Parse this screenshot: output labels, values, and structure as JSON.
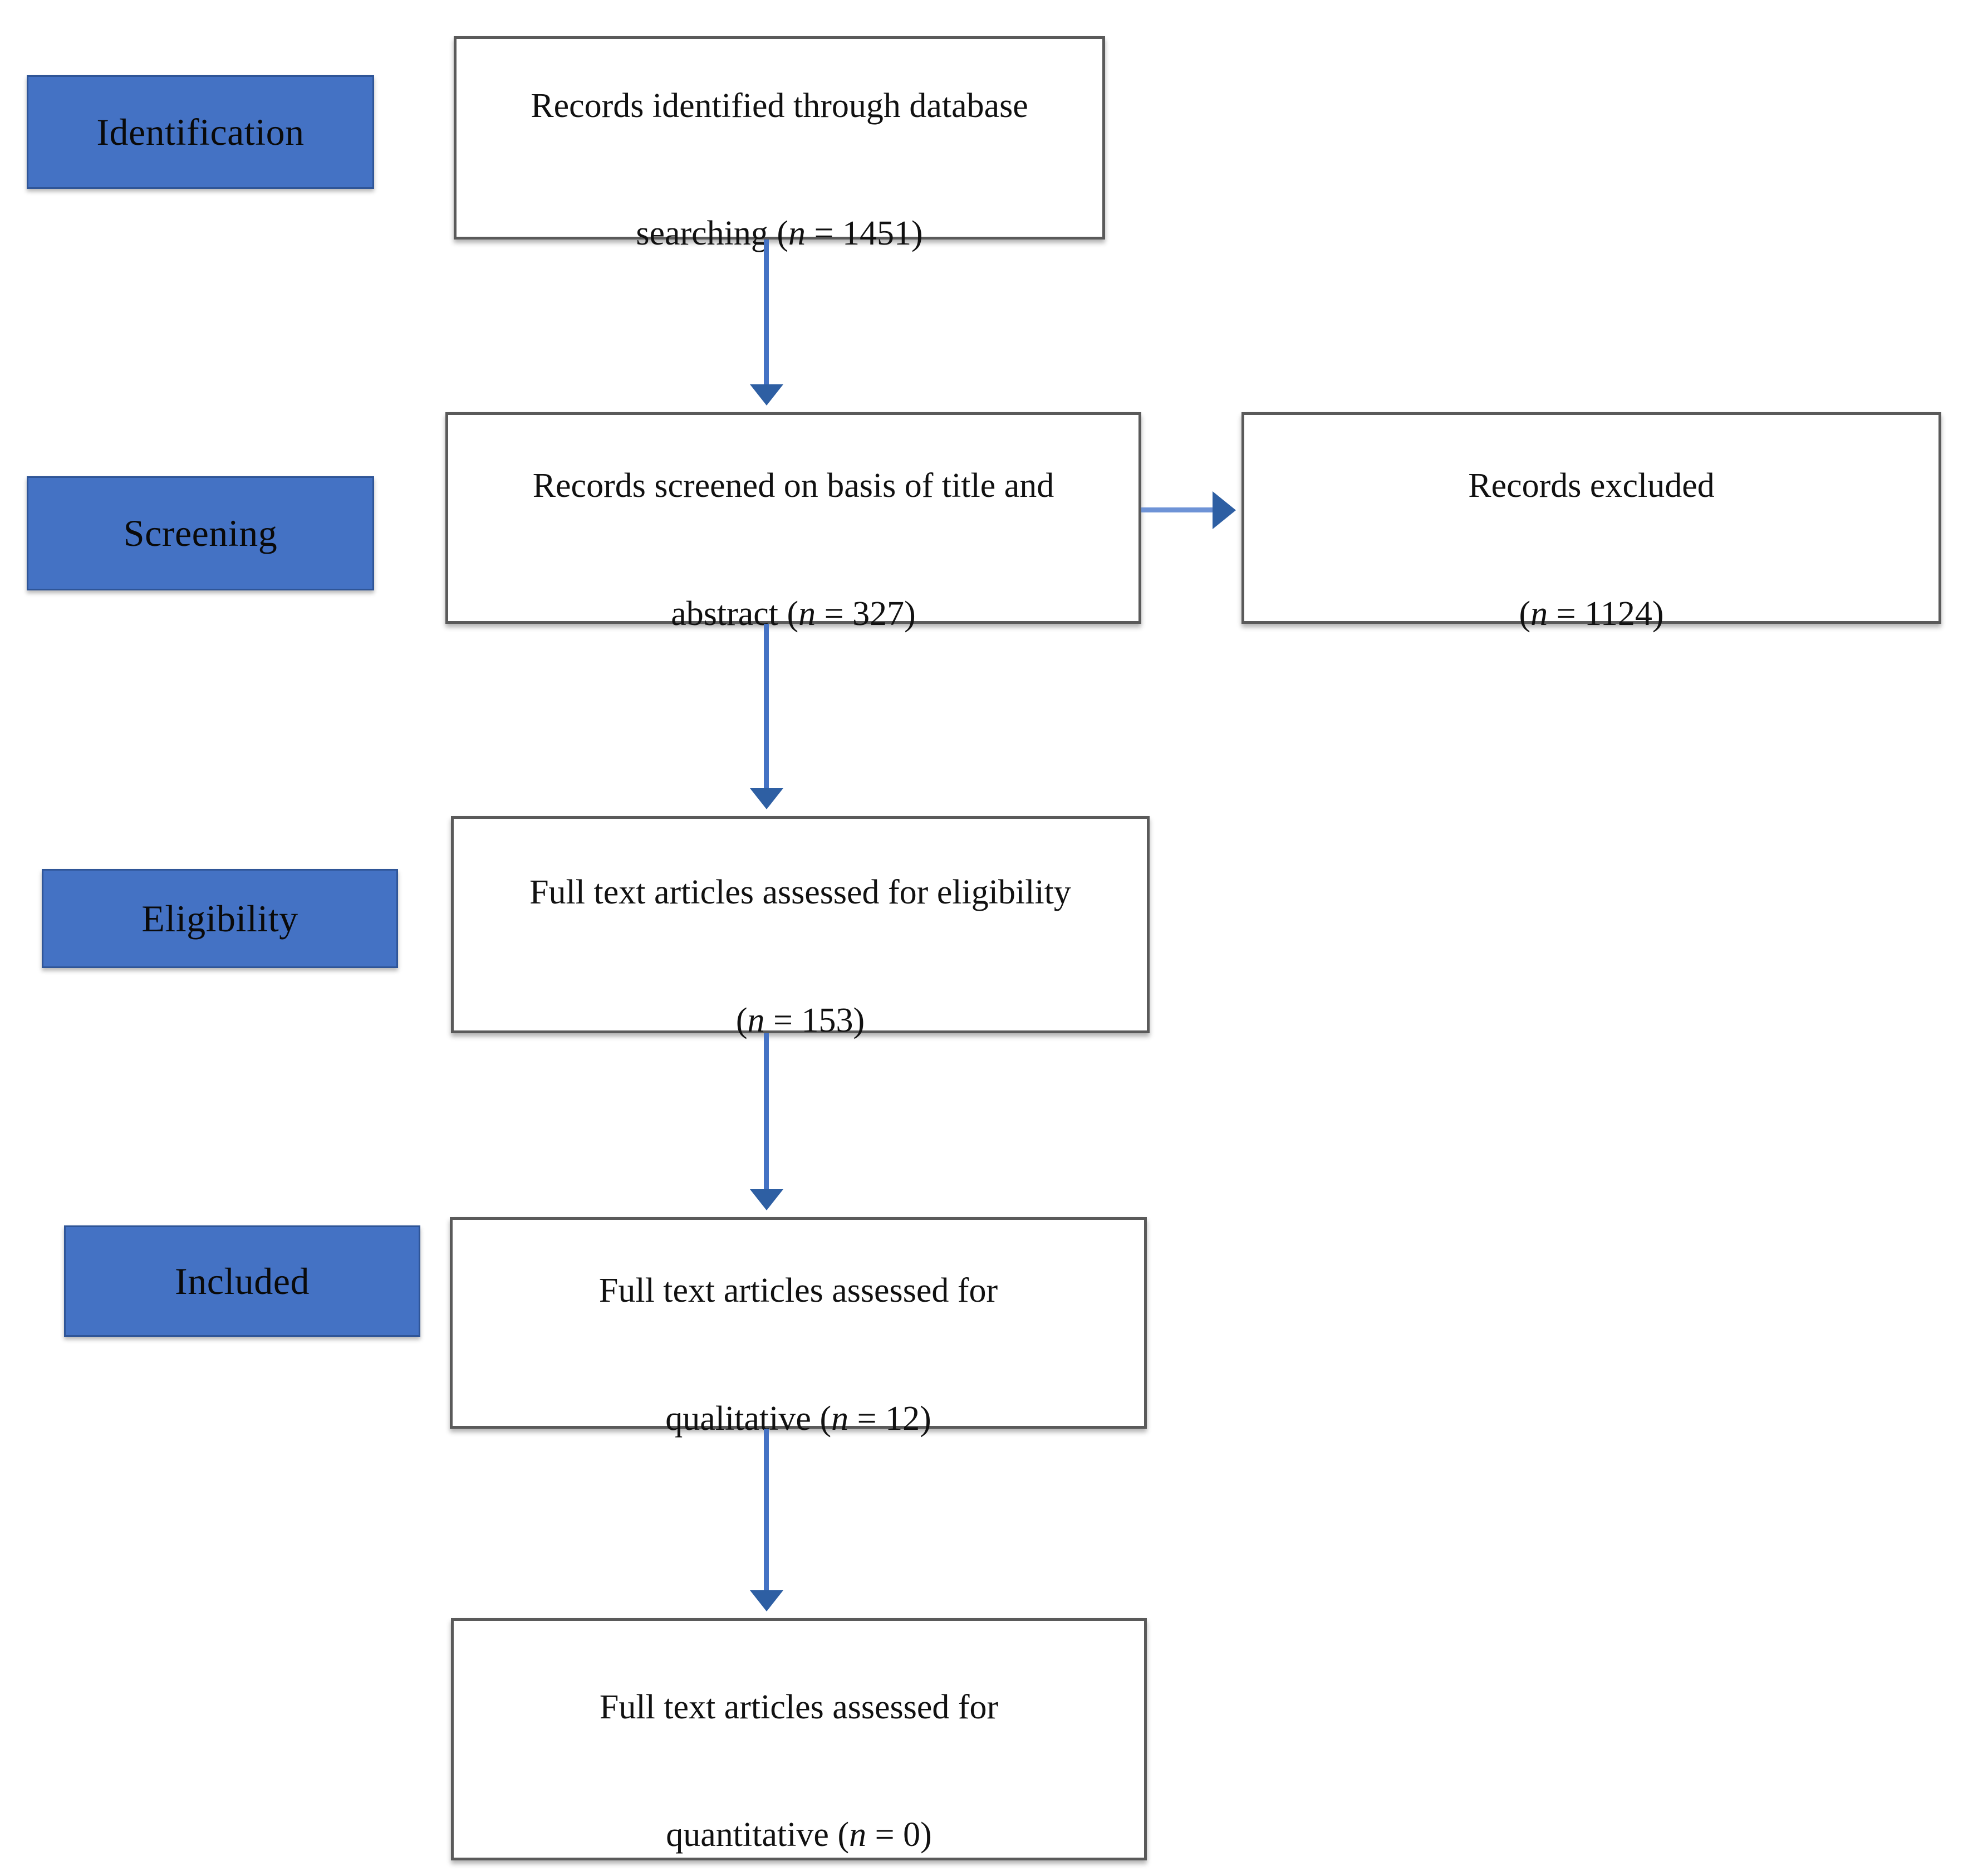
{
  "diagram": {
    "title": "PRISMA flow diagram",
    "type": "flowchart",
    "accent_color": "#4472C4",
    "box_border_color": "#5A5A5A",
    "connector_color": "#4472C4",
    "background_color": "#FFFFFF"
  },
  "stages": [
    {
      "id": "identification",
      "label": "Identification"
    },
    {
      "id": "screening",
      "label": "Screening"
    },
    {
      "id": "eligibility",
      "label": "Eligibility"
    },
    {
      "id": "included",
      "label": "Included"
    }
  ],
  "boxes": [
    {
      "id": "records-identified",
      "line1": "Records identified through database",
      "line2_prefix": "searching (",
      "line2_n": "n",
      "line2_suffix": " = 1451)",
      "count": 1451,
      "stage": "identification"
    },
    {
      "id": "records-screened",
      "line1": "Records screened on basis of title and",
      "line2_prefix": "abstract (",
      "line2_n": "n",
      "line2_suffix": " = 327)",
      "count": 327,
      "stage": "screening"
    },
    {
      "id": "records-excluded",
      "line1": "Records excluded",
      "line2_prefix": "(",
      "line2_n": "n",
      "line2_suffix": " = 1124)",
      "count": 1124,
      "stage": "screening"
    },
    {
      "id": "fulltext-eligibility",
      "line1": "Full text articles assessed for eligibility",
      "line2_prefix": "(",
      "line2_n": "n",
      "line2_suffix": " = 153)",
      "count": 153,
      "stage": "eligibility"
    },
    {
      "id": "fulltext-qualitative",
      "line1": "Full text articles assessed for",
      "line2_prefix": "qualitative (",
      "line2_n": "n",
      "line2_suffix": " = 12)",
      "count": 12,
      "stage": "included"
    },
    {
      "id": "fulltext-quantitative",
      "line1": "Full text articles assessed for",
      "line2_prefix": "quantitative (",
      "line2_n": "n",
      "line2_suffix": " = 0)",
      "count": 0,
      "stage": "included"
    }
  ],
  "connectors": [
    {
      "id": "identified-to-screened",
      "from": "records-identified",
      "to": "records-screened",
      "direction": "down"
    },
    {
      "id": "screened-to-excluded",
      "from": "records-screened",
      "to": "records-excluded",
      "direction": "right"
    },
    {
      "id": "screened-to-eligibility",
      "from": "records-screened",
      "to": "fulltext-eligibility",
      "direction": "down"
    },
    {
      "id": "eligibility-to-qualitative",
      "from": "fulltext-eligibility",
      "to": "fulltext-qualitative",
      "direction": "down"
    },
    {
      "id": "qualitative-to-quantitative",
      "from": "fulltext-qualitative",
      "to": "fulltext-quantitative",
      "direction": "down"
    }
  ]
}
